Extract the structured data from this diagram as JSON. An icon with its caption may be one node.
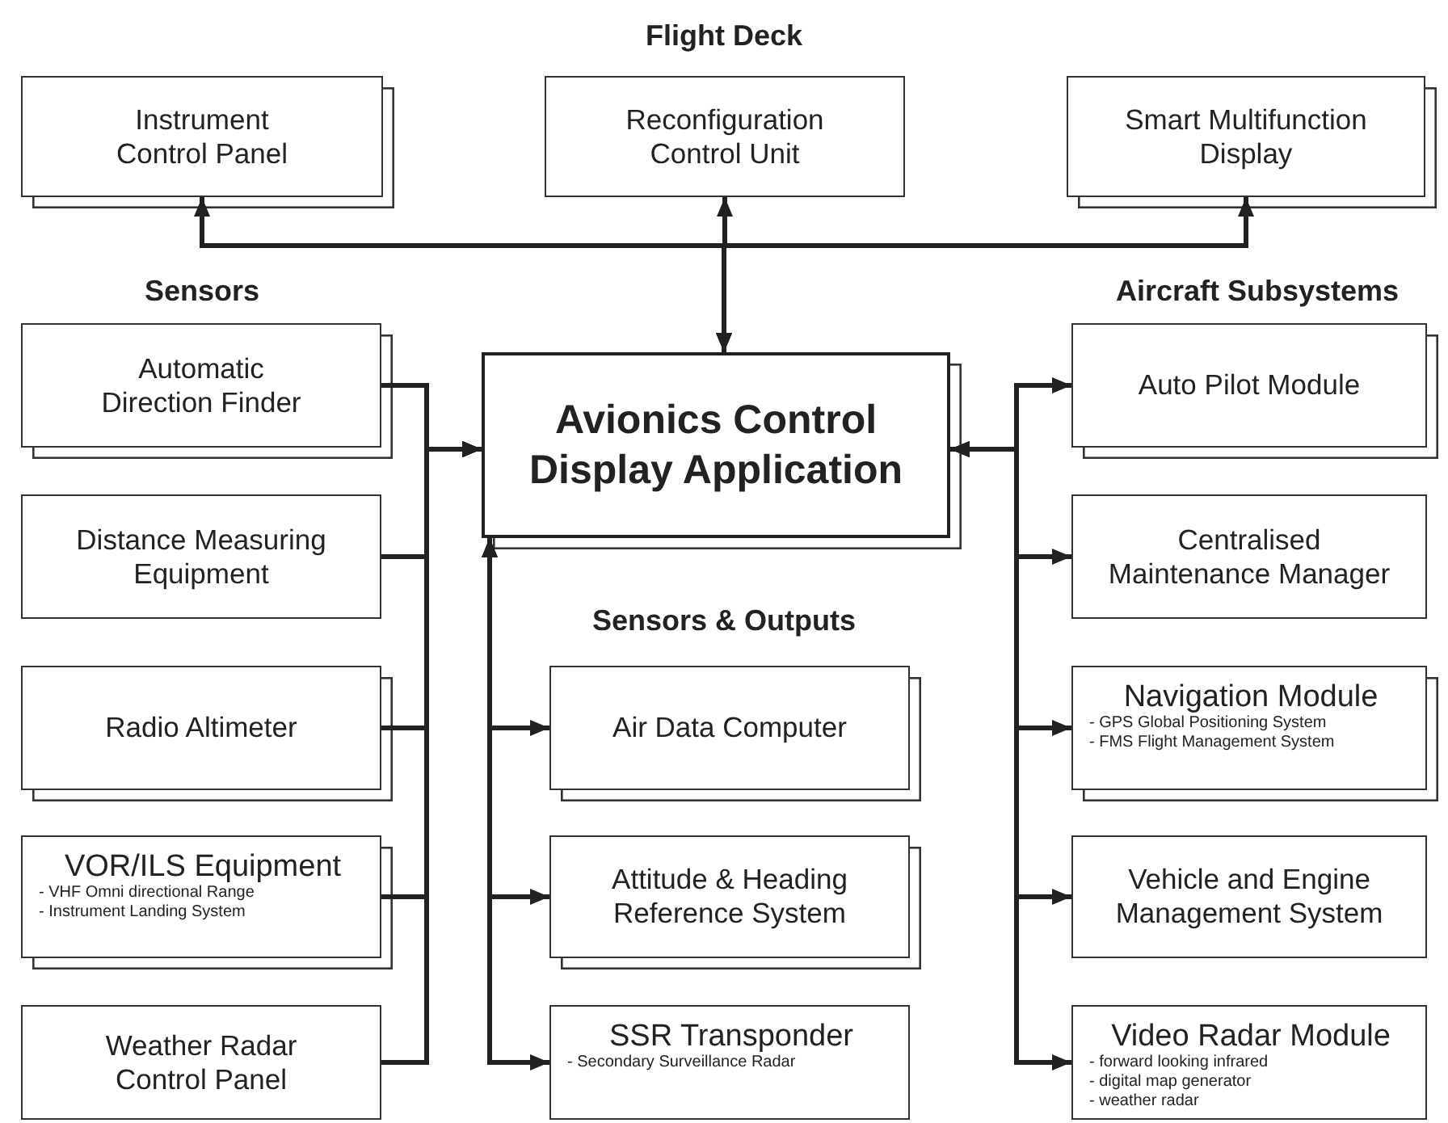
{
  "diagram": {
    "nodes": [
      {
        "text": [
          "Instrument Control Panel"
        ]
      },
      {
        "text": [
          "Reconfiguration Control Unit"
        ]
      },
      {
        "text": [
          "Smart Multifunction Display"
        ]
      },
      {
        "text": [
          "Automatic Direction Finder"
        ]
      },
      {
        "text": [
          "Distance Measuring Equipment"
        ]
      },
      {
        "text": [
          "Radio Altimeter"
        ]
      },
      {
        "text": [
          "VOR/ILS Equipment",
          "- VHF Omni directional Range",
          "- Instrument Landing System"
        ]
      },
      {
        "text": [
          "Weather Radar Control Panel"
        ]
      },
      {
        "text": [
          "Avionics Control Display Application"
        ]
      },
      {
        "text": [
          "Air Data Computer"
        ]
      },
      {
        "text": [
          "Attitude & Heading Reference System"
        ]
      },
      {
        "text": [
          "SSR Transponder",
          "- Secondary Surveillance Radar"
        ]
      },
      {
        "text": [
          "Auto Pilot Module"
        ]
      },
      {
        "text": [
          "Centralised Maintenance Manager"
        ]
      },
      {
        "text": [
          "Navigation Module",
          "- GPS Global Positioning System",
          "- FMS Flight Management System"
        ]
      },
      {
        "text": [
          "Vehicle and Engine Management System"
        ]
      },
      {
        "text": [
          "Video Radar Module",
          "- forward looking infrared",
          "- digital map generator",
          "- weather radar"
        ]
      }
    ],
    "edges": [
      {
        "from": 8,
        "to": 0,
        "arrow": "both"
      },
      {
        "from": 8,
        "to": 1,
        "arrow": "both"
      },
      {
        "from": 8,
        "to": 2,
        "arrow": "both"
      },
      {
        "from": 3,
        "to": 8,
        "arrow": "to"
      },
      {
        "from": 4,
        "to": 8,
        "arrow": "to"
      },
      {
        "from": 5,
        "to": 8,
        "arrow": "to"
      },
      {
        "from": 6,
        "to": 8,
        "arrow": "to"
      },
      {
        "from": 7,
        "to": 8,
        "arrow": "to"
      },
      {
        "from": 8,
        "to": 9,
        "arrow": "both"
      },
      {
        "from": 8,
        "to": 10,
        "arrow": "both"
      },
      {
        "from": 8,
        "to": 11,
        "arrow": "both"
      },
      {
        "from": 8,
        "to": 12,
        "arrow": "both"
      },
      {
        "from": 8,
        "to": 13,
        "arrow": "both"
      },
      {
        "from": 8,
        "to": 14,
        "arrow": "both"
      },
      {
        "from": 8,
        "to": 15,
        "arrow": "both"
      },
      {
        "from": 8,
        "to": 16,
        "arrow": "both"
      }
    ],
    "labels": [
      "Flight Deck",
      "Sensors",
      "Aircraft Subsystems",
      "Sensors & Outputs"
    ]
  }
}
